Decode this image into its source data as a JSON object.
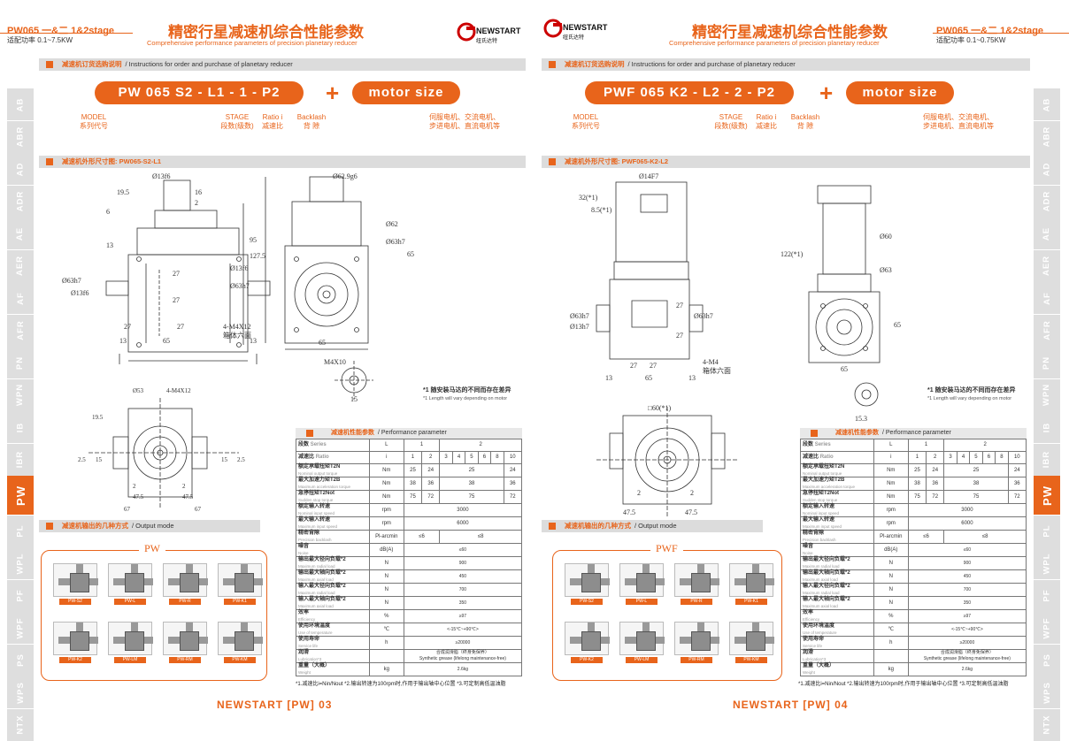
{
  "left": {
    "model": "PW065 一&二 1&2stage",
    "power": "适配功率 0.1~7.5KW",
    "title_cn": "精密行星减速机综合性能参数",
    "title_en": "Comprehensive performance parameters of precision planetary reducer",
    "brand": "NEWSTART",
    "brand_cn": "纽氏达特",
    "order_title": "减速机订货选购说明",
    "order_title_en": "/ Instructions for order and purchase of planetary reducer",
    "code": "PW 065  S2 -  L1 - 1 -  P2",
    "motor": "motor size",
    "labels": [
      "MODEL\n系列代号",
      "STAGE\n段数(级数)",
      "Ratio i\n减速比",
      "Backlash\n背 隙",
      "伺服电机、交流电机、\n步进电机、直流电机等"
    ],
    "dim_title": "减速机外形尺寸图: PW065-S2-L1",
    "note1_cn": "*1 随安装马达的不同而存在差异",
    "note1_en": "*1 Length will vary depending on motor",
    "output_title": "减速机输出的几种方式",
    "output_title_en": "/ Output mode",
    "series": "PW",
    "modes": [
      "PW-S2",
      "PW-L",
      "PW-R",
      "PW-K1",
      "PW-K2",
      "PW-LM",
      "PW-RM",
      "PW-KM"
    ],
    "footer_note": "*1.减速比i=Nin/Nout *2.输出转速为100rpm时,作用于输出轴中心位置 *3.可定制高低温油脂",
    "footer": "NEWSTART [PW] 03",
    "dims": [
      "Ø13f6",
      "19.5",
      "16",
      "2",
      "Ø62.9g6",
      "6",
      "13",
      "95",
      "127.5",
      "Ø62",
      "Ø63h7",
      "Ø63h7",
      "Ø13f6",
      "Ø13f6",
      "Ø63h7",
      "27",
      "27",
      "27",
      "27",
      "4-M4X12",
      "箱体六面",
      "13",
      "65",
      "13",
      "65",
      "65",
      "M4X10",
      "15",
      "Ø53",
      "4-M4X12",
      "19.5",
      "2.5",
      "15",
      "15",
      "2.5",
      "2",
      "2",
      "47.5",
      "47.5",
      "67",
      "67"
    ]
  },
  "right": {
    "model": "PW065 一&二 1&2stage",
    "power": "适配功率 0.1~0.75KW",
    "title_cn": "精密行星减速机综合性能参数",
    "title_en": "Comprehensive performance parameters of precision planetary reducer",
    "brand": "NEWSTART",
    "brand_cn": "纽氏达特",
    "order_title": "减速机订货选购说明",
    "order_title_en": "/ Instructions for order and purchase of planetary reducer",
    "code": "PWF 065  K2 -  L2 - 2 -  P2",
    "motor": "motor size",
    "labels": [
      "MODEL\n系列代号",
      "STAGE\n段数(级数)",
      "Ratio i\n减速比",
      "Backlash\n背 隙",
      "伺服电机、交流电机、\n步进电机、直流电机等"
    ],
    "dim_title": "减速机外形尺寸图: PWF065-K2-L2",
    "note1_cn": "*1 随安装马达的不同而存在差异",
    "note1_en": "*1 Length will vary depending on motor",
    "output_title": "减速机输出的几种方式",
    "output_title_en": "/ Output mode",
    "series": "PWF",
    "modes": [
      "PW-S2",
      "PW-L",
      "PW-R",
      "PW-K1",
      "PW-K2",
      "PW-LM",
      "PW-RM",
      "PW-KM"
    ],
    "footer_note": "*1.减速比i=Nin/Nout *2.输出转速为100rpm时,作用于输出轴中心位置 *3.可定制高低温油脂",
    "footer": "NEWSTART [PW] 04",
    "dims": [
      "Ø14F7",
      "32(*1)",
      "8.5(*1)",
      "Ø60",
      "Ø63",
      "122(*1)",
      "Ø63h7",
      "Ø13h7",
      "Ø63h7",
      "27",
      "27",
      "27",
      "27",
      "4-M4",
      "箱体六面",
      "13",
      "65",
      "13",
      "65",
      "65",
      "15.3",
      "□60(*1)",
      "47.5",
      "47.5",
      "2",
      "2"
    ]
  },
  "tabs": [
    "AB",
    "ABR",
    "AD",
    "ADR",
    "AE",
    "AER",
    "AF",
    "AFR",
    "PN",
    "WPN",
    "IB",
    "IBR",
    "PW",
    "PL",
    "WPL",
    "PF",
    "WPF",
    "PS",
    "WPS",
    "NTX"
  ],
  "active_tab": "PW",
  "perf": {
    "title": "减速机性能参数",
    "title_en": "/ Performance parameter",
    "header": {
      "name": "段数",
      "name_en": "Series",
      "unit": "L",
      "s1": "1",
      "s2": "2"
    },
    "ratio_row": {
      "name": "减速比",
      "name_en": "Ratio",
      "unit": "i",
      "vals": [
        "1",
        "2",
        "3",
        "4",
        "5",
        "6",
        "8",
        "10"
      ]
    },
    "rows": [
      {
        "name": "额定承载扭矩T2N",
        "en": "Nominal output torque",
        "unit": "Nm",
        "a": "25",
        "b": "24",
        "c": "25",
        "d": "24"
      },
      {
        "name": "最大加速力矩T2B",
        "en": "Maximum acceleration torque",
        "unit": "Nm",
        "a": "38",
        "b": "36",
        "c": "38",
        "d": "36"
      },
      {
        "name": "急停扭矩T2Not",
        "en": "Sudden stop torque",
        "unit": "Nm",
        "a": "75",
        "b": "72",
        "c": "75",
        "d": "72"
      }
    ],
    "wide": [
      {
        "name": "额定输入转速",
        "en": "Nominal input speed",
        "unit": "rpm",
        "v": "3000"
      },
      {
        "name": "最大输入转速",
        "en": "Maximum input speed",
        "unit": "rpm",
        "v": "6000"
      }
    ],
    "backlash": {
      "name": "精密背隙",
      "en": "Precision backlash",
      "unit": "Pl-arcmin",
      "a": "≤6",
      "b": "≤8"
    },
    "wide2": [
      {
        "name": "噪音",
        "en": "Noise",
        "unit": "dB(A)",
        "v": "≤60"
      },
      {
        "name": "输出最大径向负载*2",
        "en": "Maximum radial load",
        "unit": "N",
        "v": "900"
      },
      {
        "name": "输出最大轴向负载*2",
        "en": "Maximum axial load",
        "unit": "N",
        "v": "450"
      },
      {
        "name": "输入最大径向负载*2",
        "en": "Maximum radial load",
        "unit": "N",
        "v": "700"
      },
      {
        "name": "输入最大轴向负载*2",
        "en": "Maximum axial load",
        "unit": "N",
        "v": "350"
      },
      {
        "name": "效率",
        "en": "Efficiency",
        "unit": "%",
        "v": "≥97"
      },
      {
        "name": "使用环境温度",
        "en": "Use of temperature",
        "unit": "℃",
        "v": "<-15℃~+90℃>"
      },
      {
        "name": "使用寿命",
        "en": "Service life",
        "unit": "h",
        "v": "≥20000"
      },
      {
        "name": "润滑",
        "en": "Lubrication*3",
        "unit": "",
        "v": "合成润滑脂（终身免保养）\nSynthetic grease (lifelong maintenance-free)"
      },
      {
        "name": "重量（大概）",
        "en": "Weight",
        "unit": "kg",
        "v": "2.6kg"
      }
    ]
  }
}
